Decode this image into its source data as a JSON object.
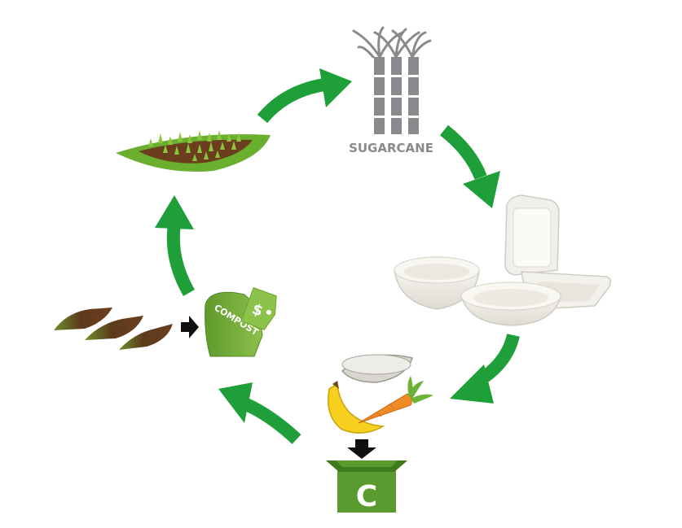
{
  "labels": {
    "sugarcane": "SUGARCANE",
    "compost_bag": "COMPOST",
    "compost_bin": "C",
    "price_tag": "$"
  },
  "colors": {
    "arrow_green": "#1e9f3a",
    "field_green": "#6ab02e",
    "soil_brown": "#6b3f1e",
    "sugarcane_grey": "#8a8a8e",
    "bin_green": "#5a9a2f",
    "bag_green": "#7cb342",
    "tag_green": "#8bc34a",
    "carrot_orange": "#f08a24",
    "banana_yellow": "#f6cf1f",
    "packaging_white": "#f3f1ec"
  },
  "icons": [
    "sugarcane-icon",
    "packaging-icon",
    "food-waste-icon",
    "compost-bin-icon",
    "compost-bag-icon",
    "soil-strips-icon",
    "field-icon"
  ]
}
